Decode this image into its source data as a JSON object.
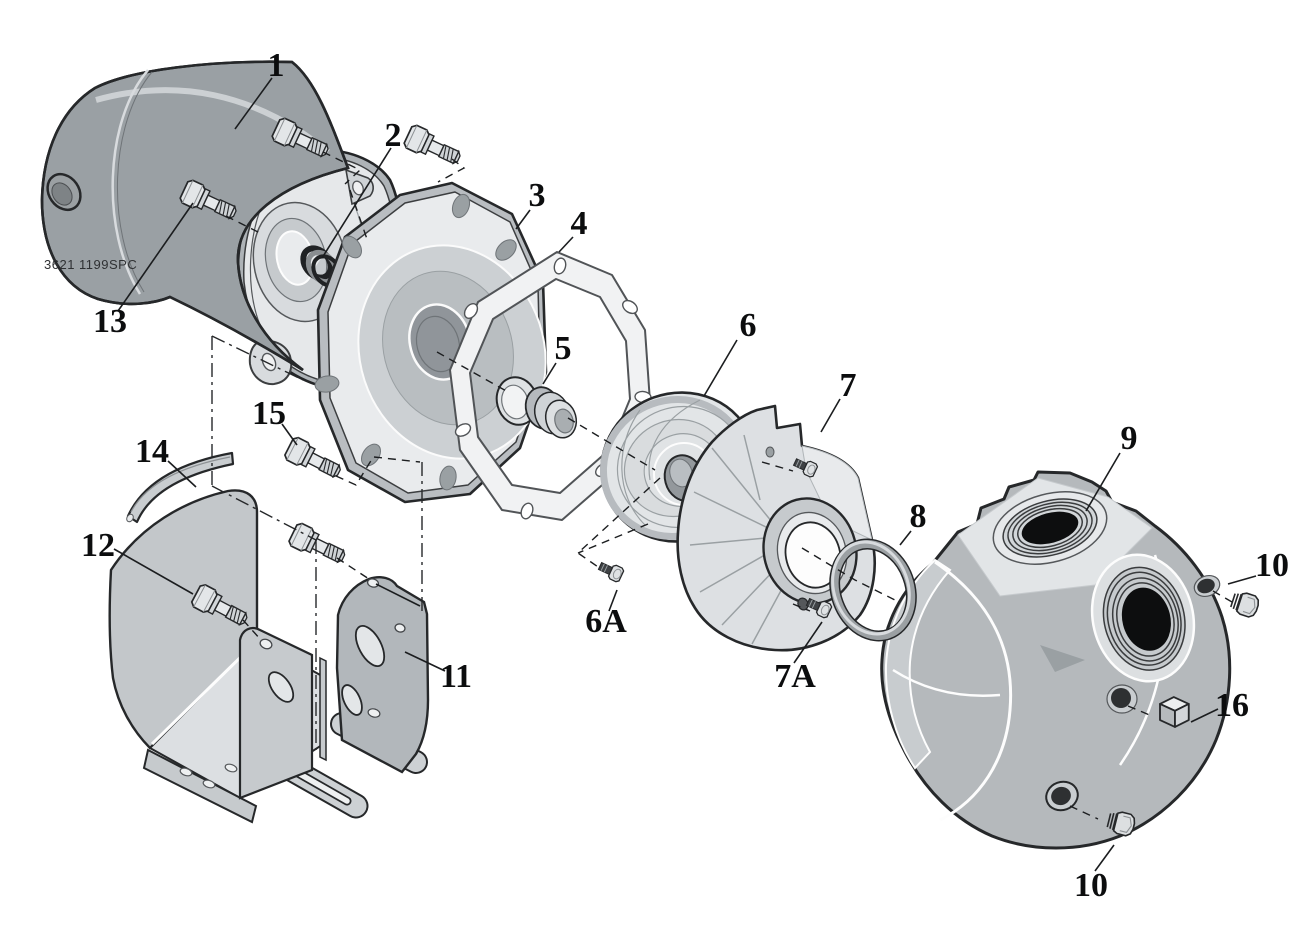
{
  "diagram": {
    "figure_type": "exploded-parts-diagram",
    "drawing_number": "3621 1199SPC",
    "palette": {
      "background": "#ffffff",
      "outline": "#26282a",
      "metal_light": "#e8eaec",
      "metal_mid": "#c6cacd",
      "metal_dark": "#9aa0a4"
    },
    "callouts": [
      {
        "label": "1"
      },
      {
        "label": "2"
      },
      {
        "label": "3"
      },
      {
        "label": "4"
      },
      {
        "label": "5"
      },
      {
        "label": "6"
      },
      {
        "label": "6A"
      },
      {
        "label": "7"
      },
      {
        "label": "7A"
      },
      {
        "label": "8"
      },
      {
        "label": "9"
      },
      {
        "label": "10"
      },
      {
        "label": "10"
      },
      {
        "label": "11"
      },
      {
        "label": "12"
      },
      {
        "label": "13"
      },
      {
        "label": "14"
      },
      {
        "label": "15"
      },
      {
        "label": "16"
      }
    ]
  }
}
